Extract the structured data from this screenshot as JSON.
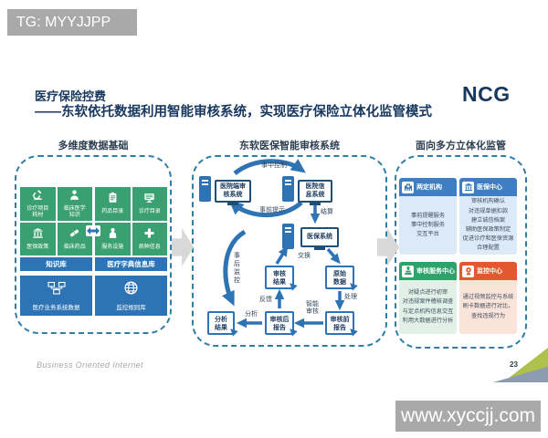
{
  "badge": "TG: MYYJJPP",
  "logo": "NCG",
  "title": "医疗保险控费",
  "subtitle": "——东软依托数据利用智能审核系统，实现医疗保险立体化监管模式",
  "footer_text": "Business Oriented Internet",
  "page_number": "23",
  "watermark": "www.xyccjj.com",
  "colors": {
    "accent_blue": "#2e74b5",
    "accent_green": "#3aa071",
    "accent_orange": "#e2592f",
    "title_navy": "#17375e",
    "dash_border": "#2e7fa6"
  },
  "left_panel": {
    "header": "多维度数据基础",
    "blocks": [
      {
        "label": "知识库",
        "tiles": [
          {
            "icon": "microscope-icon",
            "label": "诊疗项目\n耗材"
          },
          {
            "icon": "doctor-icon",
            "label": "临床医学\n知识"
          },
          {
            "icon": "bank-icon",
            "label": "医保政策"
          },
          {
            "icon": "capsule-icon",
            "label": "临床药品"
          }
        ]
      },
      {
        "label": "医疗字典信息库",
        "tiles": [
          {
            "icon": "clipboard-icon",
            "label": "药品目录"
          },
          {
            "icon": "monitor-icon",
            "label": "诊疗目录"
          },
          {
            "icon": "service-person-icon",
            "label": "服务设施"
          },
          {
            "icon": "medical-cross-icon",
            "label": "病种信息"
          }
        ]
      }
    ],
    "data_blocks": [
      {
        "icon": "network-icon",
        "label": "医疗业务系统数据"
      },
      {
        "icon": "globe-icon",
        "label": "监控规则库"
      }
    ]
  },
  "middle_panel": {
    "header": "东软医保智能审核系统",
    "systems": [
      {
        "label": "医院端审\n核系统"
      },
      {
        "label": "医院信\n息系统"
      },
      {
        "label": "医保系统"
      }
    ],
    "docs": [
      {
        "label": "审核\n结果"
      },
      {
        "label": "原始\n数据"
      },
      {
        "label": "审核后\n报告"
      },
      {
        "label": "审核前\n报告"
      },
      {
        "label": "分析\n结果"
      }
    ],
    "flow_labels": {
      "in_process": "事中控制",
      "pre_event": "事前提示",
      "settle": "结算",
      "exchange": "交换",
      "post_monitor": "事后监控",
      "feedback": "反馈",
      "process": "处理",
      "smart_audit": "智能\n审核",
      "analyze": "分析"
    }
  },
  "right_panel": {
    "header": "面向多方立体化监管",
    "cards": [
      {
        "icon": "hospital-icon",
        "title": "两定机构",
        "lines": "事前提醒服务\n事中控制服务\n交互平台"
      },
      {
        "icon": "bank-icon",
        "title": "医保中心",
        "lines": "审核机构确认\n对违规单据扣款\n建立诚信档案\n辅助医保政策制定\n促进诊疗和医保资源\n合理配置"
      },
      {
        "icon": "stamp-icon",
        "title": "审核服务中心",
        "lines": "对疑点进行初审\n对违规案件稽核调查\n与定点机构信息交互\n利用大数据进行分析"
      },
      {
        "icon": "camera-icon",
        "title": "监控中心",
        "lines": "通过视频监控与系统\n刷卡数据进行对比，\n查找违规行为"
      }
    ]
  }
}
